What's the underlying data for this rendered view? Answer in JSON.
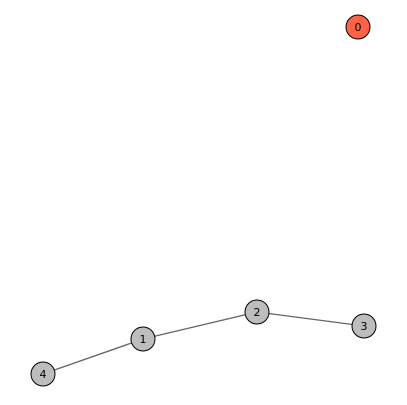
{
  "graph": {
    "nodes": [
      {
        "id": "0",
        "label": "0",
        "color": "#ff6347"
      },
      {
        "id": "1",
        "label": "1",
        "color": "#bdbdbd"
      },
      {
        "id": "2",
        "label": "2",
        "color": "#bdbdbd"
      },
      {
        "id": "3",
        "label": "3",
        "color": "#bdbdbd"
      },
      {
        "id": "4",
        "label": "4",
        "color": "#bdbdbd"
      }
    ],
    "edges": [
      {
        "source": "4",
        "target": "1"
      },
      {
        "source": "1",
        "target": "2"
      },
      {
        "source": "2",
        "target": "3"
      }
    ],
    "edge_color": "#666666",
    "node_stroke": "#000000"
  }
}
